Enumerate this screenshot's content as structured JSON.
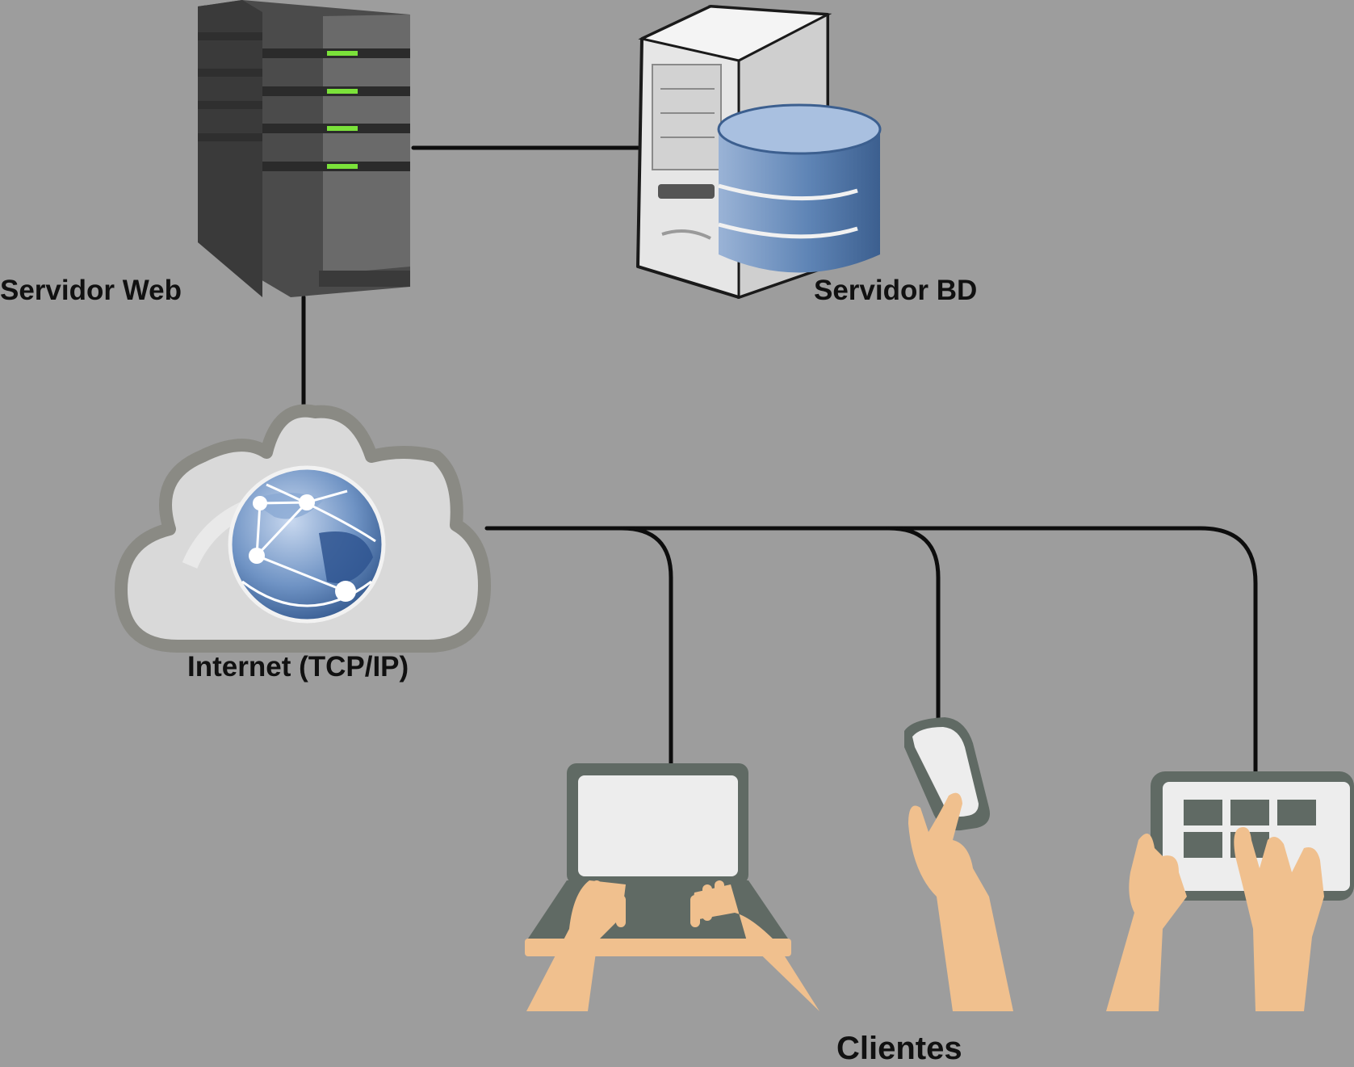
{
  "labels": {
    "web_server": "Servidor Web",
    "db_server": "Servidor BD",
    "internet": "Internet (TCP/IP)",
    "clients": "Clientes"
  },
  "colors": {
    "background": "#9d9d9d",
    "connector": "#0d0d0d",
    "server_dark": "#5a5a5a",
    "led_green": "#7be23a",
    "database_blue": "#3f6799",
    "cloud": "#d9d9d9",
    "device_frame": "#606a64",
    "screen": "#ededed",
    "skin": "#f0c08e"
  }
}
